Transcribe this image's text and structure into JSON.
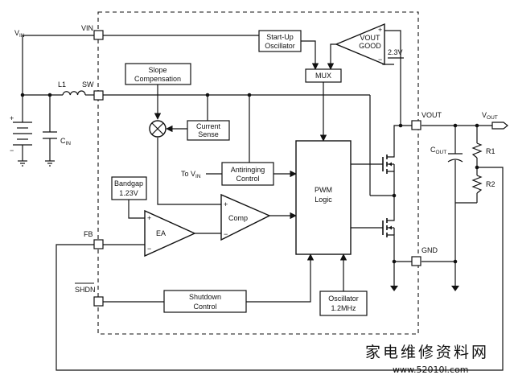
{
  "pins": {
    "vin": "VIN",
    "sw": "SW",
    "fb": "FB",
    "shdn": "SHDN",
    "vout": "VOUT",
    "gnd": "GND"
  },
  "external": {
    "vin": {
      "main": "V",
      "sub": "IN"
    },
    "l1": "L1",
    "cin": {
      "main": "C",
      "sub": "IN"
    },
    "vout": {
      "main": "V",
      "sub": "OUT"
    },
    "cout": {
      "main": "C",
      "sub": "OUT"
    },
    "r1": "R1",
    "r2": "R2"
  },
  "blocks": {
    "startup": [
      "Start-Up",
      "Oscillator"
    ],
    "vout_good": [
      "VOUT",
      "GOOD"
    ],
    "ref_23": "2.3V",
    "mux": "MUX",
    "slope": [
      "Slope",
      "Compensation"
    ],
    "current_sense": [
      "Current",
      "Sense"
    ],
    "to_vin": {
      "main": "To V",
      "sub": "IN"
    },
    "antiringing": [
      "Antiringing",
      "Control"
    ],
    "bandgap": [
      "Bandgap",
      "1.23V"
    ],
    "ea": "EA",
    "comp": "Comp",
    "pwm": [
      "PWM",
      "Logic"
    ],
    "shutdown": [
      "Shutdown",
      "Control"
    ],
    "oscillator": [
      "Oscillator",
      "1.2MHz"
    ]
  },
  "signs": {
    "plus": "+",
    "minus": "−"
  },
  "watermark": {
    "chinese": "家电维修资料网",
    "url": "www.52010l.com"
  }
}
